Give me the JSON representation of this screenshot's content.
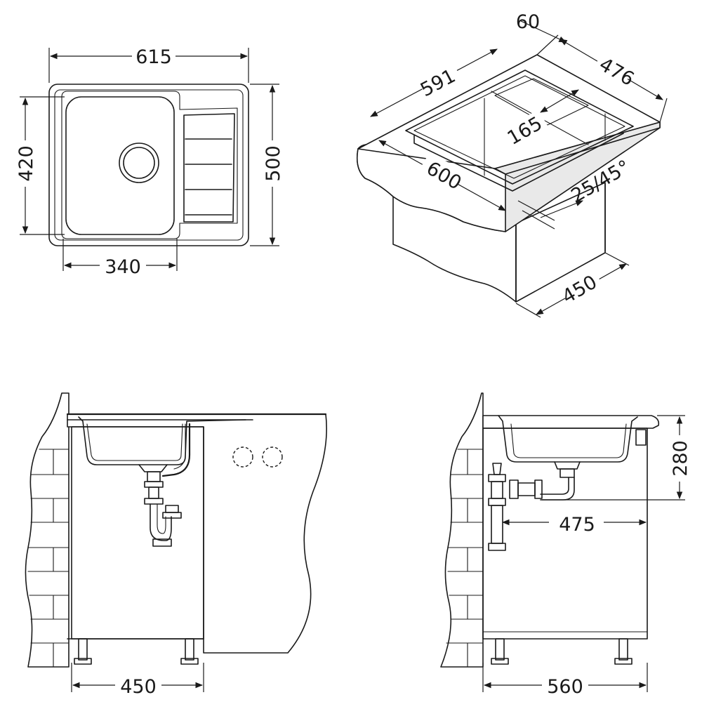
{
  "dimensions": {
    "top_view": {
      "overall_width": "615",
      "overall_depth": "500",
      "bowl_depth": "420",
      "bowl_width": "340"
    },
    "iso_view": {
      "flange": "60",
      "depth_total": "476",
      "length_inner": "591",
      "bowl_depth": "165",
      "cabinet_width": "600",
      "angle": "25/45°",
      "cabinet_depth": "450"
    },
    "front_view": {
      "cabinet_width": "450"
    },
    "side_view": {
      "height": "280",
      "drain_distance": "475",
      "cabinet_depth": "560"
    }
  }
}
